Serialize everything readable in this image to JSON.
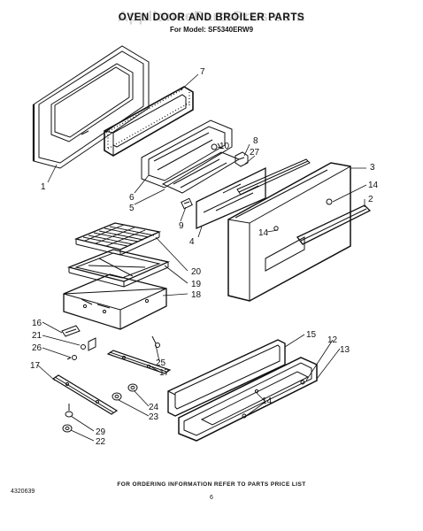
{
  "header": {
    "title": "OVEN DOOR AND BROILER PARTS",
    "model_line": "For Model: SF5340ERW9",
    "watermark": "AppliancePartsPros.com"
  },
  "callouts": [
    "1",
    "7",
    "6",
    "5",
    "10",
    "8",
    "27",
    "3",
    "14",
    "2",
    "9",
    "4",
    "14",
    "20",
    "19",
    "18",
    "16",
    "21",
    "26",
    "17",
    "25",
    "17",
    "24",
    "23",
    "29",
    "22",
    "15",
    "12",
    "13",
    "14"
  ],
  "footer": {
    "ordering_note": "FOR ORDERING INFORMATION REFER TO PARTS PRICE LIST",
    "document_number": "4320639",
    "page_number": "6"
  }
}
